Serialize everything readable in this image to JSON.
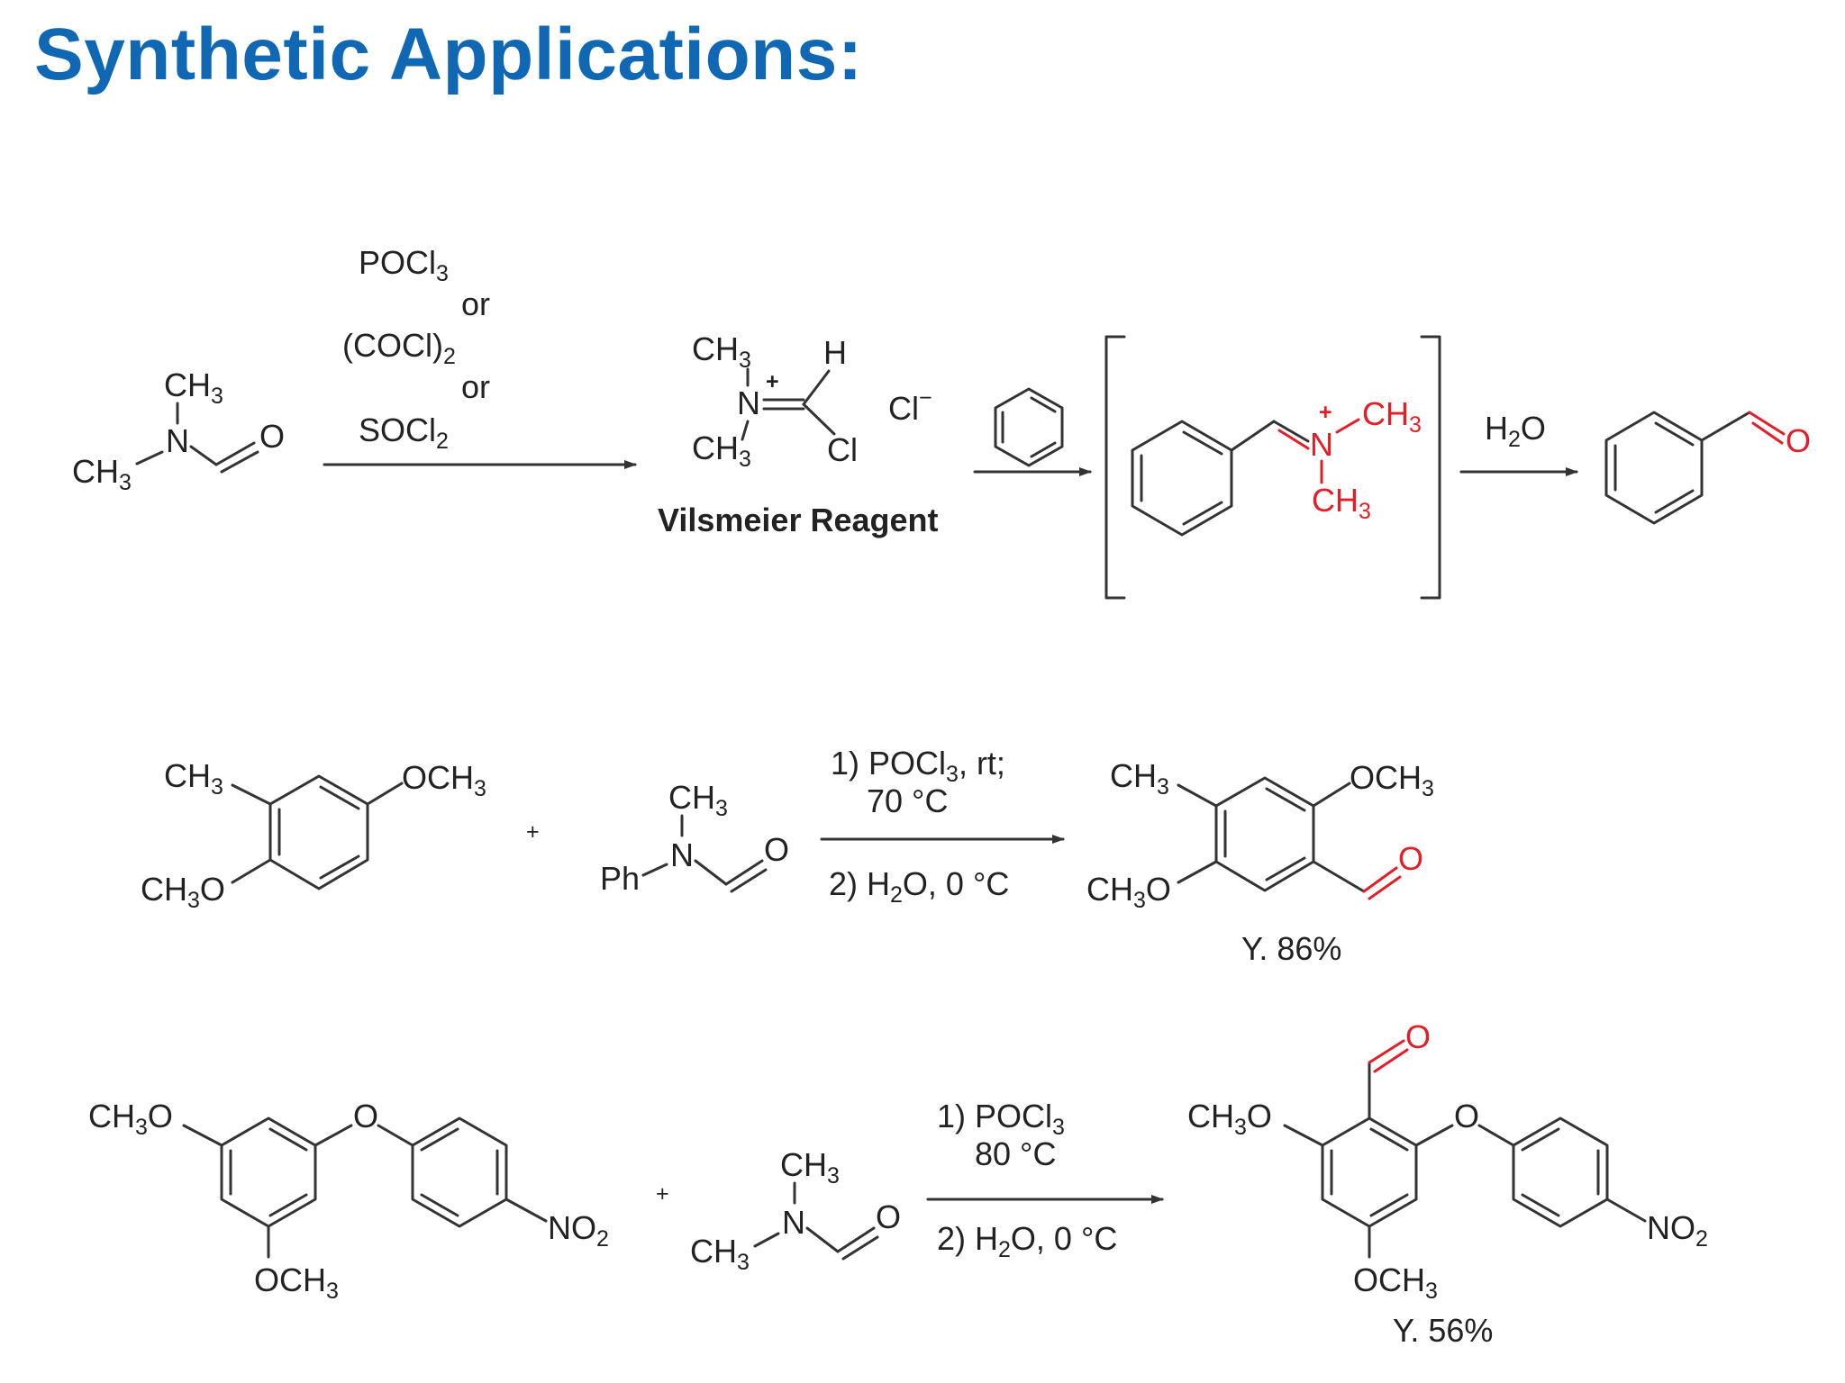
{
  "title": "Synthetic Applications:",
  "colors": {
    "title": "#1068b4",
    "highlight": "#e41e26",
    "bond": "#333333"
  },
  "scheme1": {
    "reactant": {
      "ch3_top": "CH",
      "ch3_left": "CH",
      "n": "N",
      "o": "O",
      "sub3": "3"
    },
    "reagents": {
      "r1": "POCl",
      "r1_sub": "3",
      "or1": "or",
      "r2": "(COCl)",
      "r2_sub": "2",
      "or2": "or",
      "r3": "SOCl",
      "r3_sub": "2"
    },
    "vilsmeier": {
      "ch3_top": "CH",
      "ch3_bottom": "CH",
      "sub3": "3",
      "n": "N",
      "plus": "+",
      "h": "H",
      "cl": "Cl",
      "counterion": "Cl",
      "minus": "−",
      "label": "Vilsmeier Reagent"
    },
    "iminium": {
      "n": "N",
      "plus": "+",
      "ch3_a": "CH",
      "ch3_b": "CH",
      "sub3": "3"
    },
    "hydrolysis": {
      "reagent": "H",
      "sub2": "2",
      "o": "O"
    },
    "product": {
      "o": "O"
    }
  },
  "scheme2": {
    "reactant": {
      "ch3": "CH",
      "och3": "OCH",
      "ch3o": "CH",
      "o": "O",
      "sub3": "3"
    },
    "plus": "+",
    "amide": {
      "ch3": "CH",
      "sub3": "3",
      "ph": "Ph",
      "n": "N",
      "o": "O"
    },
    "conditions": {
      "step1": "1) POCl",
      "step1_sub": "3",
      "step1_tail": ", rt;",
      "step1_temp": "70 °C",
      "step2": "2) H",
      "step2_sub": "2",
      "step2_tail": "O, 0 °C"
    },
    "product": {
      "ch3": "CH",
      "och3": "OCH",
      "ch3o": "CH",
      "o": "O",
      "cho_o": "O",
      "sub3": "3"
    },
    "yield": "Y. 86%"
  },
  "scheme3": {
    "reactant": {
      "ch3o": "CH",
      "o": "O",
      "bridge_o": "O",
      "och3": "OCH",
      "no2": "NO",
      "sub3": "3",
      "sub2": "2"
    },
    "plus": "+",
    "amide": {
      "ch3_top": "CH",
      "ch3_left": "CH",
      "n": "N",
      "o": "O",
      "sub3": "3"
    },
    "conditions": {
      "step1": "1) POCl",
      "step1_sub": "3",
      "step1_temp": "80 °C",
      "step2": "2) H",
      "step2_sub": "2",
      "step2_tail": "O, 0 °C"
    },
    "product": {
      "ch3o": "CH",
      "o": "O",
      "bridge_o": "O",
      "och3": "OCH",
      "no2": "NO",
      "cho_o": "O",
      "sub3": "3",
      "sub2": "2"
    },
    "yield": "Y. 56%"
  }
}
